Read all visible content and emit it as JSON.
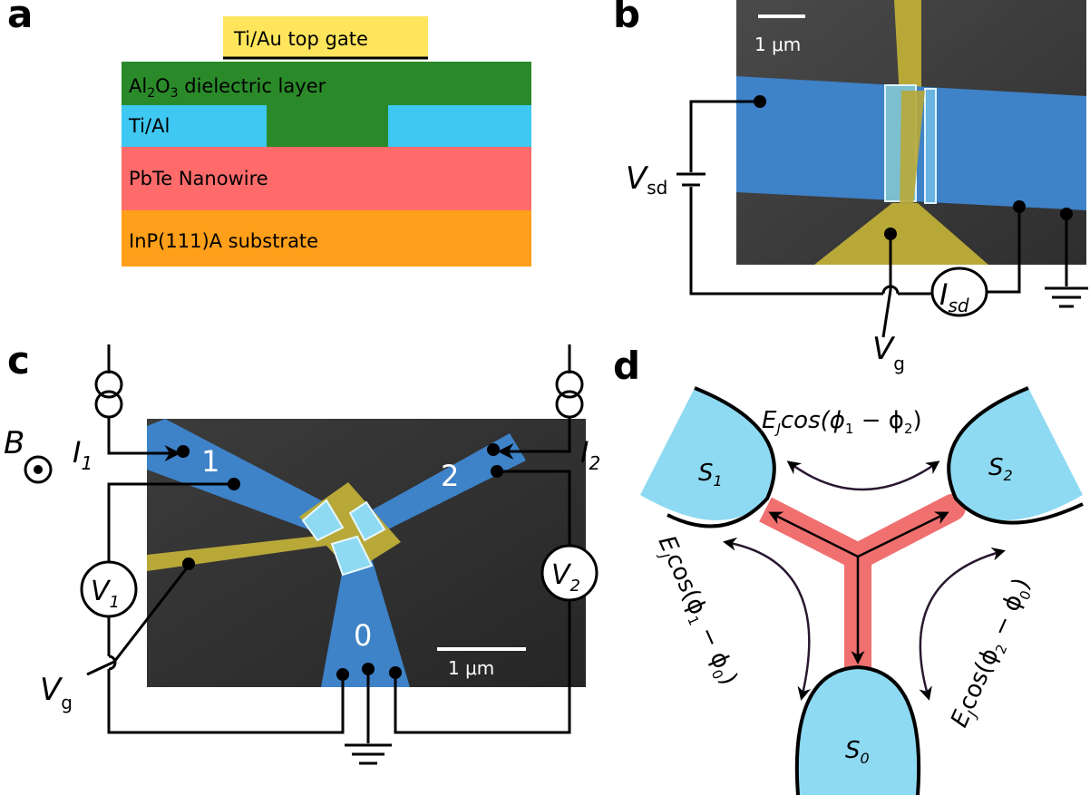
{
  "panels": {
    "a": {
      "letter": "a",
      "layers": [
        {
          "label": "Ti/Au top gate",
          "color": "#ffe55c"
        },
        {
          "label_main": "Al",
          "label_sub1": "2",
          "label_mid": "O",
          "label_sub2": "3",
          "label_rest": " dielectric layer",
          "color": "#2a8a2a"
        },
        {
          "label": "Ti/Al",
          "color": "#3ec8f2"
        },
        {
          "label": "PbTe Nanowire",
          "color": "#ff6b6b"
        },
        {
          "label": "InP(111)A substrate",
          "color": "#ff9f1a"
        }
      ]
    },
    "b": {
      "letter": "b",
      "scale_bar": "1 μm",
      "vsd_main": "V",
      "vsd_sub": "sd",
      "isd_main": "I",
      "isd_sub": "sd",
      "vg_main": "V",
      "vg_sub": "g"
    },
    "c": {
      "letter": "c",
      "field_label": "B",
      "i1_main": "I",
      "i1_sub": "1",
      "i2_main": "I",
      "i2_sub": "2",
      "v1_main": "V",
      "v1_sub": "1",
      "v2_main": "V",
      "v2_sub": "2",
      "vg_main": "V",
      "vg_sub": "g",
      "lead_1": "1",
      "lead_2": "2",
      "lead_0": "0",
      "scale_bar": "1 μm"
    },
    "d": {
      "letter": "d",
      "s1_main": "S",
      "s1_sub": "1",
      "s2_main": "S",
      "s2_sub": "2",
      "s0_main": "S",
      "s0_sub": "0",
      "coupling_12": "E_J cos(ϕ₁ − ϕ₂)",
      "coupling_10": "E_J cos(ϕ₁ − ϕ₀)",
      "coupling_20": "E_J cos(ϕ₂ − ϕ₀)",
      "ej_main": "E",
      "ej_sub": "J",
      "cos_12": "cos(ϕ",
      "cos_12_sub1": "1",
      "cos_12_mid": " − ϕ",
      "cos_12_sub2": "2",
      "cos_12_end": ")",
      "cos_10": "cos(ϕ",
      "cos_10_sub1": "1",
      "cos_10_mid": " − ϕ",
      "cos_10_sub2": "0",
      "cos_10_end": ")",
      "cos_20": "cos(ϕ",
      "cos_20_sub1": "2",
      "cos_20_mid": " − ϕ",
      "cos_20_sub2": "0",
      "cos_20_end": ")"
    }
  },
  "colors": {
    "sem_background": "#3a3a3a",
    "superconductor_blue": "#3e82c8",
    "gate_gold": "#b8a838",
    "island_blue": "#8edaf2",
    "nanowire_red": "#f07070"
  }
}
